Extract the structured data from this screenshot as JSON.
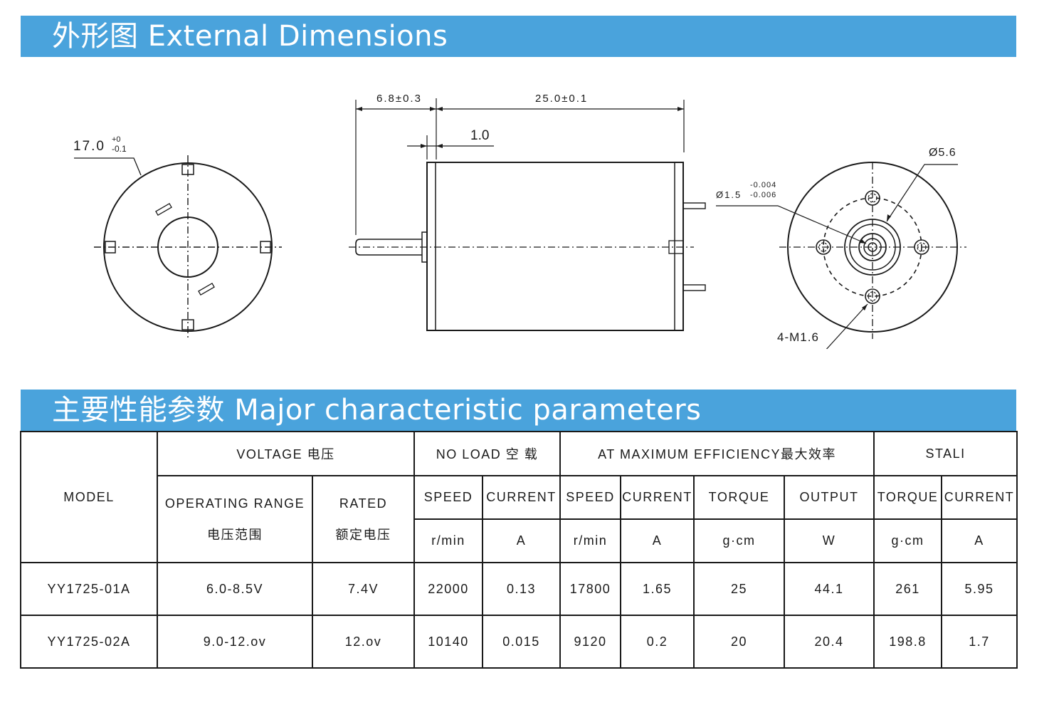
{
  "sections": {
    "dimensions_title": "外形图 External Dimensions",
    "parameters_title": "主要性能参数 Major characteristic parameters"
  },
  "drawing": {
    "front_diameter": "17.0",
    "front_diameter_tol_upper": "+0",
    "front_diameter_tol_lower": "-0.1",
    "dim_shaft_length": "6.8±0.3",
    "dim_body_length": "25.0±0.1",
    "dim_flange": "1.0",
    "dim_boss_diameter": "Ø5.6",
    "dim_shaft_diameter": "Ø1.5",
    "dim_shaft_tol_upper": "-0.004",
    "dim_shaft_tol_lower": "-0.006",
    "dim_screw_holes": "4-M1.6"
  },
  "table": {
    "model_header": "MODEL",
    "voltage_header": "VOLTAGE 电压",
    "no_load_header": "NO LOAD 空 载",
    "max_eff_header": "AT MAXIMUM EFFICIENCY最大效率",
    "stall_header": "STALI",
    "operating_range_en": "OPERATING RANGE",
    "operating_range_cn": "电压范围",
    "rated_en": "RATED",
    "rated_cn": "额定电压",
    "speed": "SPEED",
    "current": "CURRENT",
    "torque": "TORQUE",
    "output": "OUTPUT",
    "unit_rpm": "r/min",
    "unit_a": "A",
    "unit_gcm": "g·cm",
    "unit_w": "W",
    "rows": [
      {
        "model": "YY1725-01A",
        "operating_range": "6.0-8.5V",
        "rated": "7.4V",
        "nl_speed": "22000",
        "nl_current": "0.13",
        "me_speed": "17800",
        "me_current": "1.65",
        "me_torque": "25",
        "me_output": "44.1",
        "st_torque": "261",
        "st_current": "5.95"
      },
      {
        "model": "YY1725-02A",
        "operating_range": "9.0-12.ov",
        "rated": "12.ov",
        "nl_speed": "10140",
        "nl_current": "0.015",
        "me_speed": "9120",
        "me_current": "0.2",
        "me_torque": "20",
        "me_output": "20.4",
        "st_torque": "198.8",
        "st_current": "1.7"
      }
    ]
  }
}
